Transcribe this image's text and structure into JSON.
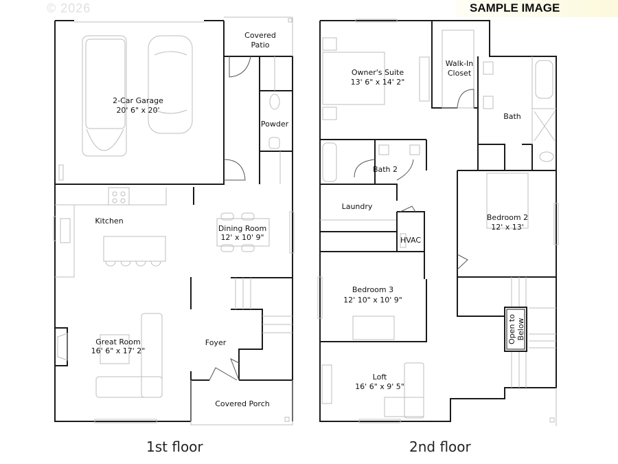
{
  "watermark": {
    "copyright": "© 2026"
  },
  "badge": {
    "label": "SAMPLE IMAGE",
    "background": "#fdf9dd"
  },
  "floors": [
    {
      "caption": "1st floor",
      "rooms": [
        {
          "name": "2-Car Garage",
          "size": "20' 6\" x 20'"
        },
        {
          "name": "Covered",
          "name2": "Patio"
        },
        {
          "name": "Powder"
        },
        {
          "name": "Kitchen"
        },
        {
          "name": "Dining Room",
          "size": "12' x 10' 9\""
        },
        {
          "name": "Great Room",
          "size": "16' 6\" x 17' 2\""
        },
        {
          "name": "Foyer"
        },
        {
          "name": "Covered Porch"
        }
      ]
    },
    {
      "caption": "2nd floor",
      "rooms": [
        {
          "name": "Owner's Suite",
          "size": "13' 6\" x 14' 2\""
        },
        {
          "name": "Walk-In",
          "name2": "Closet"
        },
        {
          "name": "Bath"
        },
        {
          "name": "Bath 2"
        },
        {
          "name": "Laundry"
        },
        {
          "name": "HVAC"
        },
        {
          "name": "Bedroom 2",
          "size": "12' x 13'"
        },
        {
          "name": "Bedroom 3",
          "size": "12' 10\" x 10' 9\""
        },
        {
          "name": "Loft",
          "size": "16' 6\" x 9' 5\""
        },
        {
          "name": "Open to",
          "name2": "Below"
        }
      ]
    }
  ]
}
